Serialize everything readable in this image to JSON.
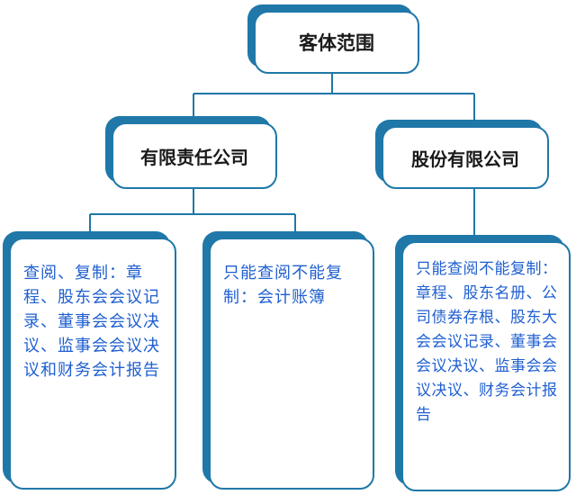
{
  "colors": {
    "border": "#1f78a8",
    "title_text": "#1a1a1a",
    "leaf_text": "#1f5fd0"
  },
  "root": {
    "label": "客体范围"
  },
  "branches": [
    {
      "label": "有限责任公司"
    },
    {
      "label": "股份有限公司"
    }
  ],
  "leaves": [
    {
      "text": "查阅、复制：章程、股东会会议记录、董事会会议决议、监事会会议决议和财务会计报告"
    },
    {
      "text": "只能查阅不能复制：会计账簿"
    },
    {
      "text": "只能查阅不能复制：章程、股东名册、公司债券存根、股东大会会议记录、董事会会议决议、监事会会议决议、财务会计报告"
    }
  ]
}
